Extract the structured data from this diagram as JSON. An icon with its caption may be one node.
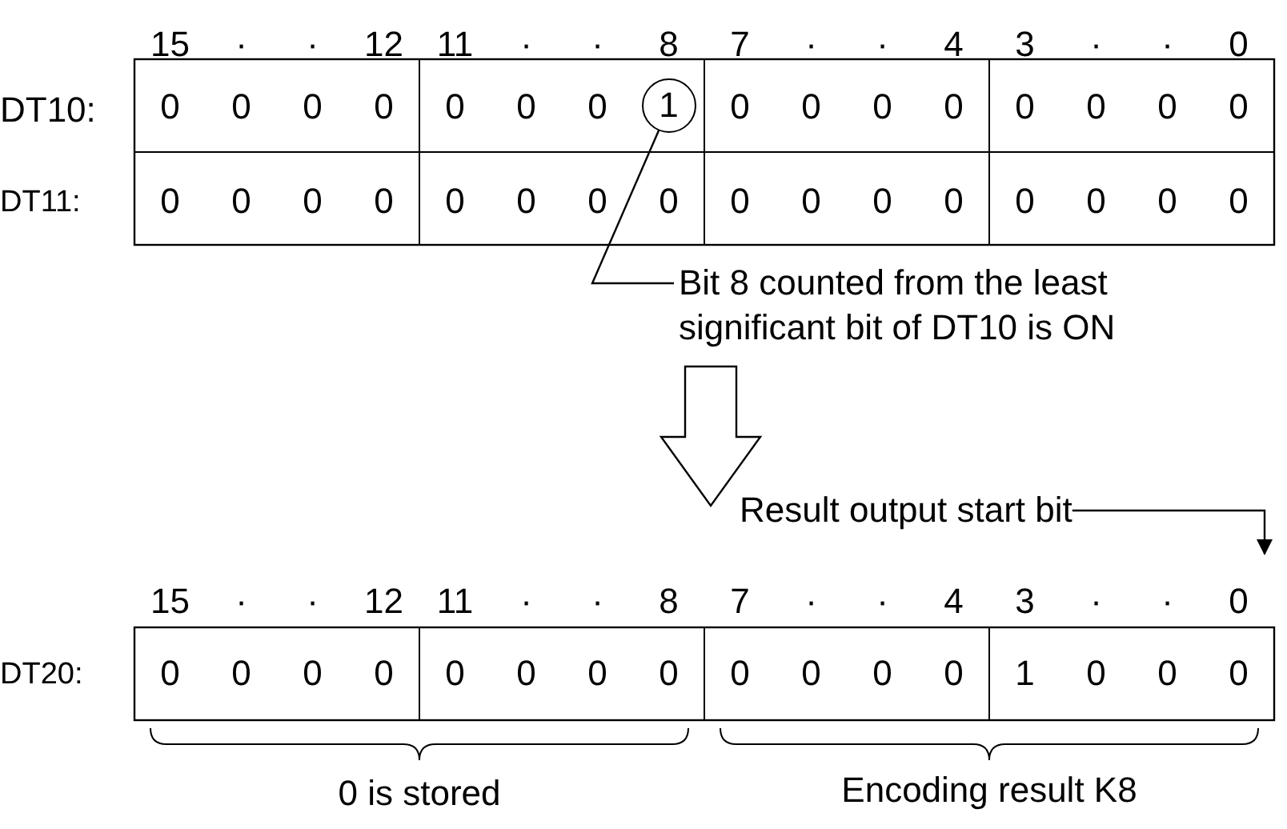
{
  "diagram": {
    "nodes": [
      {
        "text": [
          "1"
        ]
      },
      {
        "text": [
          "Bit 8 counted from the least significant bit of DT10 is ON"
        ]
      },
      {
        "text": [
          "Result output start bit"
        ]
      }
    ],
    "edges": [
      {
        "from": 1,
        "to": 0,
        "arrow": "none"
      },
      {
        "from": 2,
        "to": null,
        "arrow": "to"
      },
      {
        "from": 1,
        "to": 2,
        "arrow": "to"
      }
    ],
    "labels": [
      "15",
      "·",
      "·",
      "12",
      "11",
      "·",
      "·",
      "8",
      "7",
      "·",
      "·",
      "4",
      "3",
      "·",
      "·",
      "0",
      "DT10:",
      "0",
      "0",
      "0",
      "0",
      "0",
      "0",
      "0",
      "0",
      "0",
      "0",
      "0",
      "0",
      "0",
      "0",
      "0",
      "DT11:",
      "0",
      "0",
      "0",
      "0",
      "0",
      "0",
      "0",
      "0",
      "0",
      "0",
      "0",
      "0",
      "0",
      "0",
      "0",
      "0",
      "15",
      "·",
      "·",
      "12",
      "11",
      "·",
      "·",
      "8",
      "7",
      "·",
      "·",
      "4",
      "3",
      "·",
      "·",
      "0",
      "DT20:",
      "0",
      "0",
      "0",
      "0",
      "0",
      "0",
      "0",
      "0",
      "0",
      "0",
      "0",
      "0",
      "1",
      "0",
      "0",
      "0",
      "0 is stored",
      "Encoding result K8"
    ]
  }
}
